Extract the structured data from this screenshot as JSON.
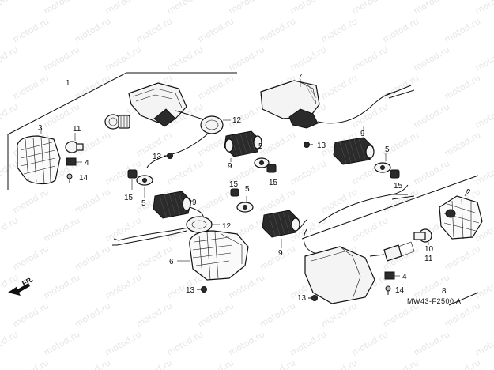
{
  "watermark": "motod.ru",
  "diagram_code": "MW43-F2500 A",
  "front_arrow_label": "FR.",
  "callouts": {
    "c1": "1",
    "c2": "2",
    "c3": "3",
    "c4a": "4",
    "c4b": "4",
    "c5a": "5",
    "c5b": "5",
    "c5c": "5",
    "c5d": "5",
    "c6": "6",
    "c7": "7",
    "c8": "8",
    "c9a": "9",
    "c9b": "9",
    "c9c": "9",
    "c9d": "9",
    "c10": "10",
    "c11a": "11",
    "c11b": "11",
    "c12a": "12",
    "c12b": "12",
    "c13a": "13",
    "c13b": "13",
    "c13c": "13",
    "c13d": "13",
    "c14a": "14",
    "c14b": "14",
    "c15a": "15",
    "c15b": "15",
    "c15c": "15",
    "c15d": "15"
  }
}
